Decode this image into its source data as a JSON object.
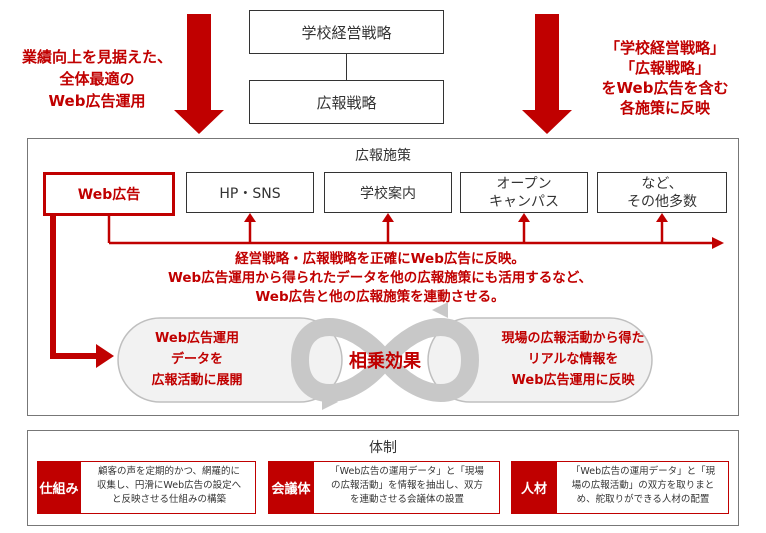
{
  "top": {
    "box1": "学校経営戦略",
    "box2": "広報戦略",
    "left_note": [
      "業績向上を見据えた、",
      "全体最適の",
      "Web広告運用"
    ],
    "right_note": [
      "「学校経営戦略」",
      "「広報戦略」",
      "をWeb広告を含む",
      "各施策に反映"
    ]
  },
  "measures": {
    "title": "広報施策",
    "items": [
      {
        "label": "Web広告"
      },
      {
        "label": "HP・SNS"
      },
      {
        "label": "学校案内"
      },
      {
        "label": "オープン\nキャンパス"
      },
      {
        "label": "など、\nその他多数"
      }
    ],
    "description": [
      "経営戦略・広報戦略を正確にWeb広告に反映。",
      "Web広告運用から得られたデータを他の広報施策にも活用するなど、",
      "Web広告と他の広報施策を連動させる。"
    ],
    "loop": {
      "left": [
        "Web広告運用",
        "データを",
        "広報活動に展開"
      ],
      "center": "相乗効果",
      "right": [
        "現場の広報活動から得た",
        "リアルな情報を",
        "Web広告運用に反映"
      ]
    }
  },
  "organization": {
    "title": "体制",
    "items": [
      {
        "tag": "仕組み",
        "desc": [
          "顧客の声を定期的かつ、網羅的に",
          "収集し、円滑にWeb広告の設定へ",
          "と反映させる仕組みの構築"
        ]
      },
      {
        "tag": "会議体",
        "desc": [
          "「Web広告の運用データ」と「現場",
          "の広報活動」を情報を抽出し、双方",
          "を連動させる会議体の設置"
        ]
      },
      {
        "tag": "人材",
        "desc": [
          "「Web広告の運用データ」と「現",
          "場の広報活動」の双方を取りまと",
          "め、舵取りができる人材の配置"
        ]
      }
    ]
  },
  "colors": {
    "accent": "#c00000",
    "border": "#333333",
    "loop_grey": "#bfbfbf"
  }
}
